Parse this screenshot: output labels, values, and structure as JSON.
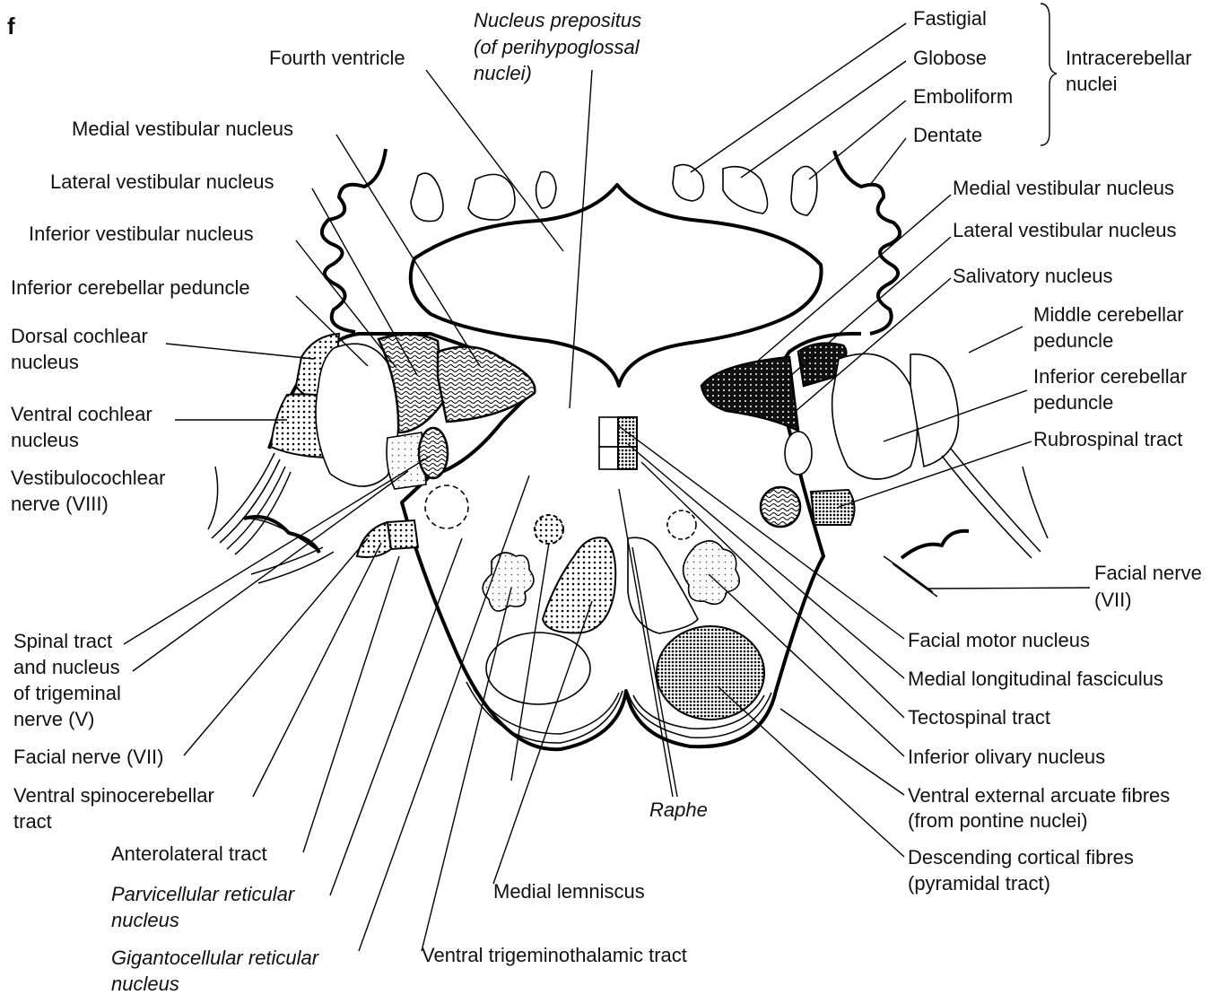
{
  "panel": "f",
  "labels": {
    "fourth_ventricle": "Fourth ventricle",
    "nucleus_prepositus_1": "Nucleus prepositus",
    "nucleus_prepositus_2": "(of perihypoglossal",
    "nucleus_prepositus_3": "nuclei)",
    "fastigial": "Fastigial",
    "globose": "Globose",
    "emboliform": "Emboliform",
    "dentate": "Dentate",
    "intracerebellar_1": "Intracerebellar",
    "intracerebellar_2": "nuclei",
    "medial_vestibular_left": "Medial vestibular nucleus",
    "lateral_vestibular_left": "Lateral vestibular nucleus",
    "inferior_vestibular": "Inferior vestibular nucleus",
    "inferior_cerebellar_left": "Inferior cerebellar peduncle",
    "dorsal_cochlear_1": "Dorsal cochlear",
    "dorsal_cochlear_2": "nucleus",
    "ventral_cochlear_1": "Ventral cochlear",
    "ventral_cochlear_2": "nucleus",
    "vestibulocochlear_1": "Vestibulocochlear",
    "vestibulocochlear_2": "nerve (VIII)",
    "spinal_tract_1": "Spinal tract",
    "spinal_tract_2": "and nucleus",
    "spinal_tract_3": "of trigeminal",
    "spinal_tract_4": "nerve (V)",
    "facial_nerve_left": "Facial nerve (VII)",
    "ventral_spinocerebellar_1": "Ventral spinocerebellar",
    "ventral_spinocerebellar_2": "tract",
    "anterolateral": "Anterolateral tract",
    "parvicellular_1": "Parvicellular reticular",
    "parvicellular_2": "nucleus",
    "gigantocellular_1": "Gigantocellular reticular",
    "gigantocellular_2": "nucleus",
    "medial_lemniscus": "Medial lemniscus",
    "ventral_trigeminothalamic": "Ventral trigeminothalamic tract",
    "raphe": "Raphe",
    "medial_vestibular_right": "Medial vestibular nucleus",
    "lateral_vestibular_right": "Lateral vestibular nucleus",
    "salivatory": "Salivatory nucleus",
    "middle_cerebellar_1": "Middle cerebellar",
    "middle_cerebellar_2": "peduncle",
    "inferior_cerebellar_right_1": "Inferior cerebellar",
    "inferior_cerebellar_right_2": "peduncle",
    "rubrospinal": "Rubrospinal tract",
    "facial_nerve_right_1": "Facial nerve",
    "facial_nerve_right_2": "(VII)",
    "facial_motor": "Facial motor nucleus",
    "mlf": "Medial longitudinal fasciculus",
    "tectospinal": "Tectospinal tract",
    "inferior_olivary": "Inferior olivary nucleus",
    "ventral_external_1": "Ventral external arcuate fibres",
    "ventral_external_2": "(from pontine nuclei)",
    "descending_cortical_1": "Descending cortical fibres",
    "descending_cortical_2": "(pyramidal tract)"
  }
}
